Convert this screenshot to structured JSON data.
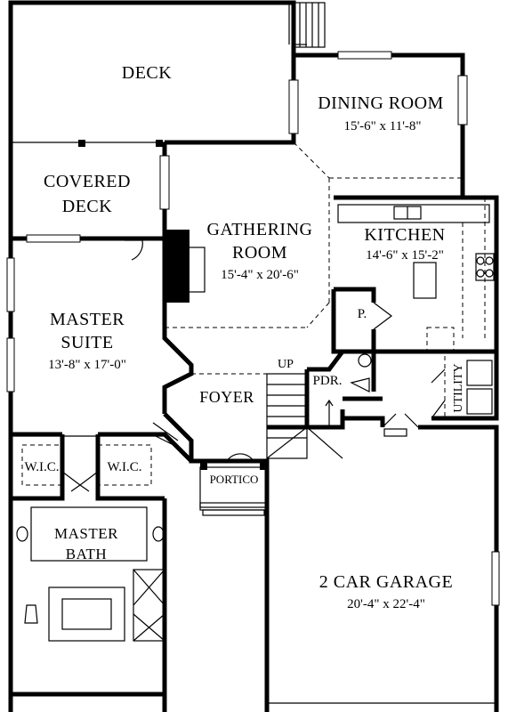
{
  "plan": {
    "rooms": {
      "deck": {
        "name": "DECK"
      },
      "dining": {
        "name": "DINING ROOM",
        "dims": "15'-6\" x 11'-8\""
      },
      "covered_deck": {
        "line1": "COVERED",
        "line2": "DECK"
      },
      "gathering": {
        "line1": "GATHERING",
        "line2": "ROOM",
        "dims": "15'-4\" x 20'-6\""
      },
      "kitchen": {
        "name": "KITCHEN",
        "dims": "14'-6\" x 15'-2\""
      },
      "master_suite": {
        "line1": "MASTER",
        "line2": "SUITE",
        "dims": "13'-8\" x 17'-0\""
      },
      "foyer": {
        "name": "FOYER"
      },
      "pdr": {
        "name": "PDR."
      },
      "pantry": {
        "name": "P."
      },
      "utility": {
        "name": "UTILITY"
      },
      "wic_left": {
        "name": "W.I.C."
      },
      "wic_right": {
        "name": "W.I.C."
      },
      "portico": {
        "name": "PORTICO"
      },
      "master_bath": {
        "line1": "MASTER",
        "line2": "BATH"
      },
      "garage": {
        "name": "2 CAR GARAGE",
        "dims": "20'-4\" x 22'-4\""
      }
    },
    "stairs_label": "UP"
  }
}
